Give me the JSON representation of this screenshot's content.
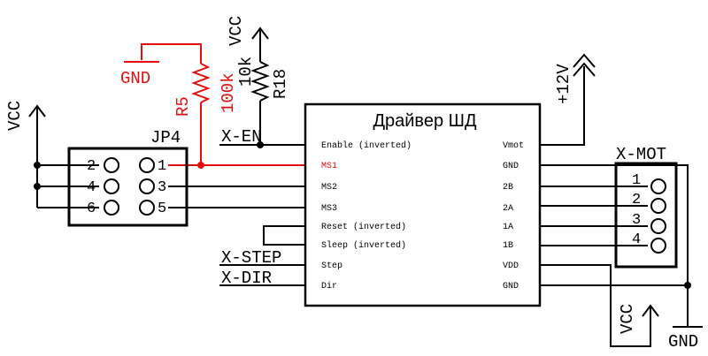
{
  "colors": {
    "wire": "#000000",
    "highlight": "#e01010",
    "background": "#ffffff"
  },
  "driver": {
    "title": "Драйвер ШД",
    "left_pins": [
      "Enable (inverted)",
      "MS1",
      "MS2",
      "MS3",
      "Reset (inverted)",
      "Sleep (inverted)",
      "Step",
      "Dir"
    ],
    "right_pins": [
      "Vmot",
      "GND",
      "2B",
      "2A",
      "1A",
      "1B",
      "VDD",
      "GND"
    ]
  },
  "jp4": {
    "name": "JP4",
    "left_numbers": [
      "2",
      "4",
      "6"
    ],
    "right_numbers": [
      "1",
      "3",
      "5"
    ]
  },
  "xmot": {
    "name": "X-MOT",
    "numbers": [
      "1",
      "2",
      "3",
      "4"
    ]
  },
  "nets": {
    "x_en": "X-EN",
    "x_step": "X-STEP",
    "x_dir": "X-DIR"
  },
  "power": {
    "vcc_left": "VCC",
    "vcc_top": "VCC",
    "vcc_bottom": "VCC",
    "v12": "+12V",
    "gnd_top": "GND",
    "gnd_bottom": "GND"
  },
  "resistors": {
    "r5_name": "R5",
    "r5_value": "100k",
    "r18_name": "R18",
    "r18_value": "10k"
  }
}
